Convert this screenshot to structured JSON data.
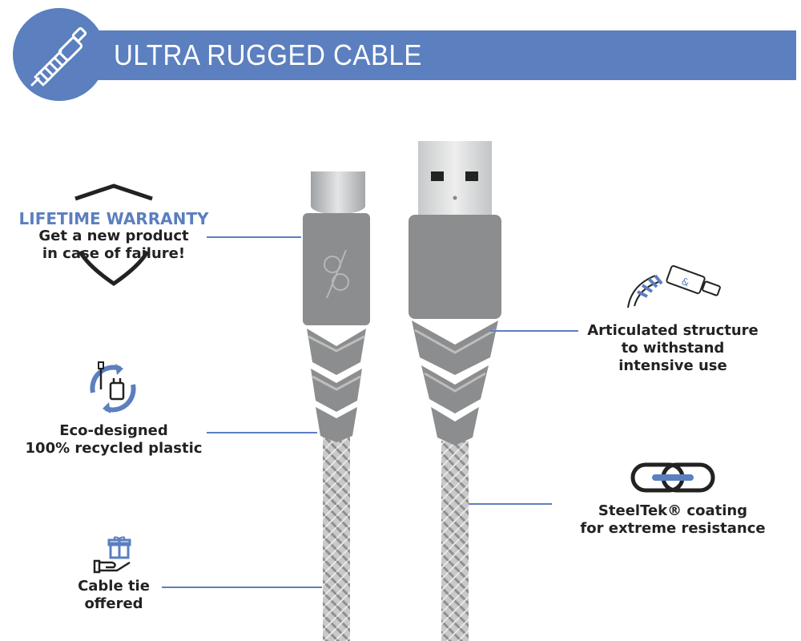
{
  "header": {
    "title": "ULTRA RUGGED CABLE"
  },
  "features": {
    "warranty": {
      "title": "LIFETIME WARRANTY",
      "line1": "Get a new product",
      "line2": "in case of failure!"
    },
    "eco": {
      "line1": "Eco-designed",
      "line2": "100% recycled plastic"
    },
    "cable_tie": {
      "line1": "Cable tie",
      "line2": "offered"
    },
    "articulated": {
      "line1": "Articulated structure",
      "line2": "to withstand",
      "line3": "intensive use"
    },
    "steeltek": {
      "line1": "SteelTek® coating",
      "line2": "for extreme resistance"
    }
  },
  "colors": {
    "accent": "#5b7fbf",
    "connector_grey": "#8a8c8e",
    "braid": "#b9b9b9"
  },
  "icons": [
    "cable-logo-icon",
    "shield-icon",
    "recycle-charger-icon",
    "gift-hand-icon",
    "articulated-cable-icon",
    "chain-link-icon",
    "brand-logo-icon"
  ]
}
